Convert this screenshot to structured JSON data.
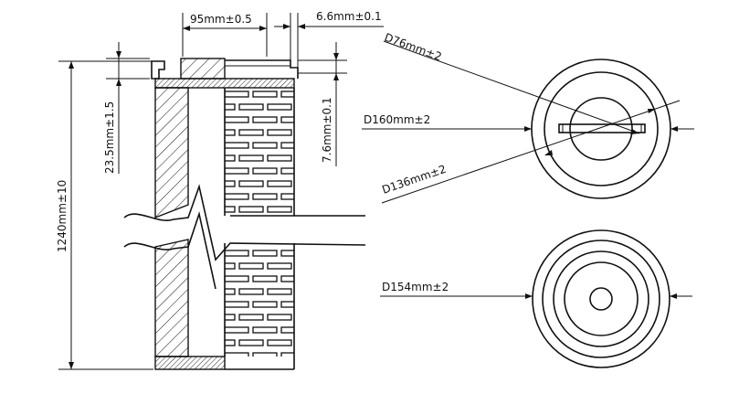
{
  "dimensions": {
    "width_top": "95mm±0.5",
    "wall": "6.6mm±0.1",
    "cap_height": "23.5mm±1.5",
    "end_thickness": "7.6mm±0.1",
    "length": "1240mm±10",
    "inner_diameter_top": "D76mm±2",
    "outer_diameter_top": "D160mm±2",
    "mid_diameter_top": "D136mm±2",
    "diameter_bottom": "D154mm±2"
  }
}
